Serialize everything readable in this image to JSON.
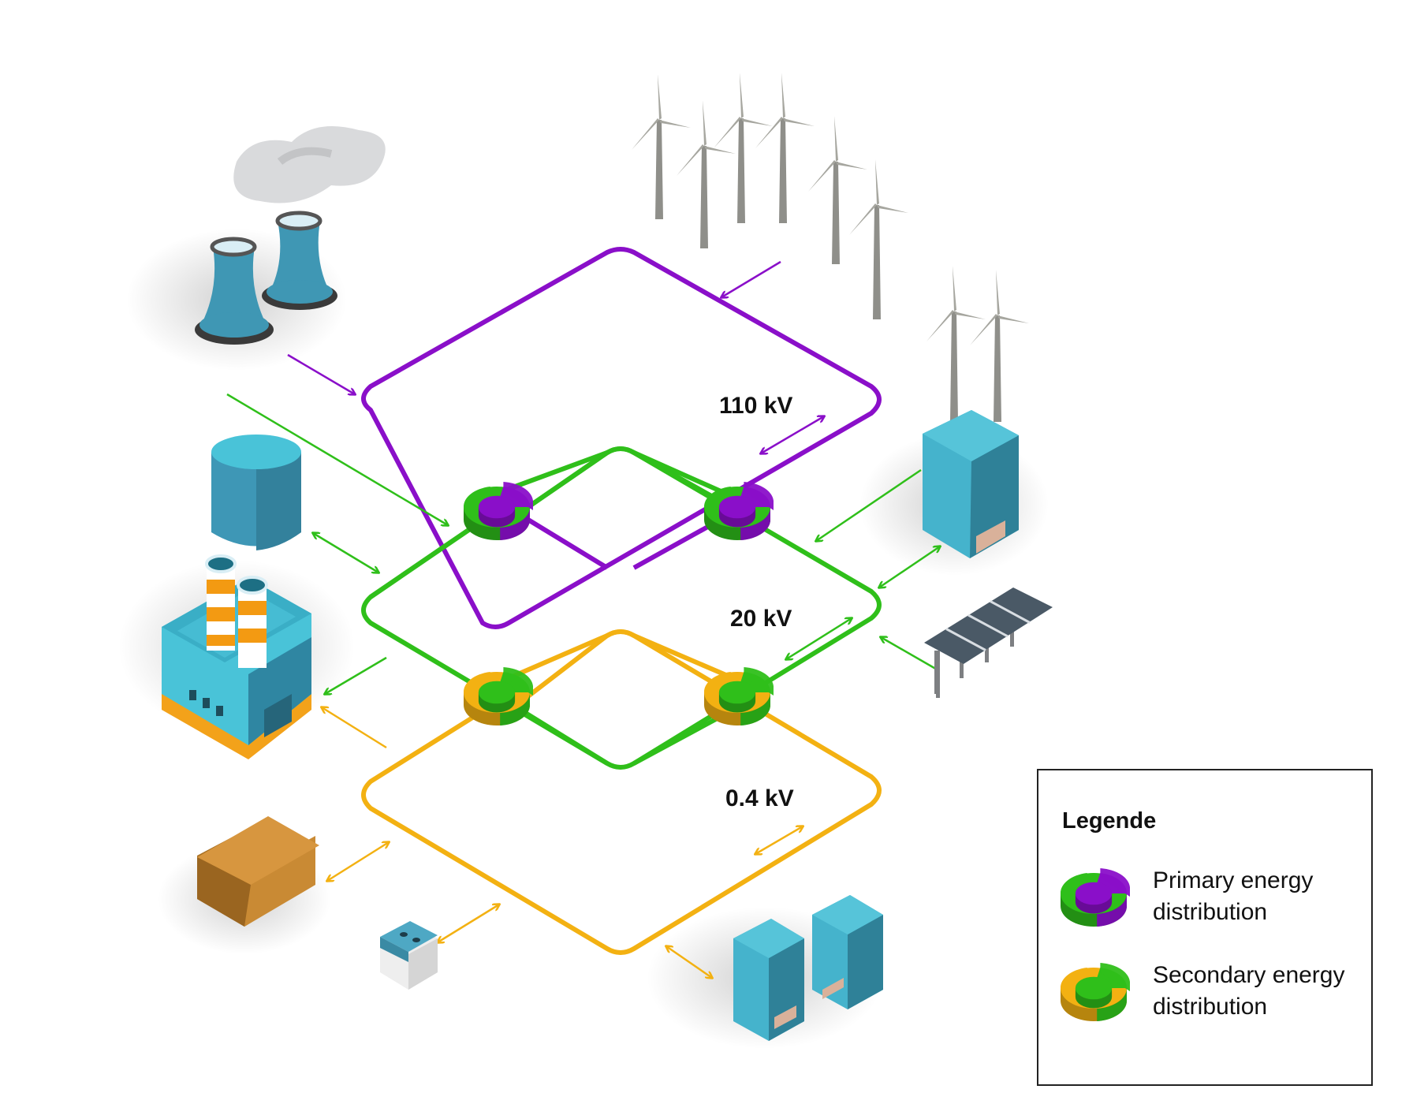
{
  "levels": [
    {
      "label": "110 kV",
      "color": "#8a0fc9"
    },
    {
      "label": "20 kV",
      "color": "#2fbf1a"
    },
    {
      "label": "0.4 kV",
      "color": "#f3b112"
    }
  ],
  "legend": {
    "title": "Legende",
    "items": [
      {
        "label_line1": "Primary energy",
        "label_line2": "distribution",
        "colors": [
          "#2fbf1a",
          "#8a0fc9"
        ]
      },
      {
        "label_line1": "Secondary energy",
        "label_line2": "distribution",
        "colors": [
          "#f3b112",
          "#2fbf1a"
        ]
      }
    ]
  },
  "icons": [
    "cooling-towers-icon",
    "wind-turbines-icon",
    "storage-tank-icon",
    "factory-icon",
    "office-building-icon",
    "solar-panels-icon",
    "house-icon",
    "small-device-icon",
    "apartment-buildings-icon"
  ]
}
